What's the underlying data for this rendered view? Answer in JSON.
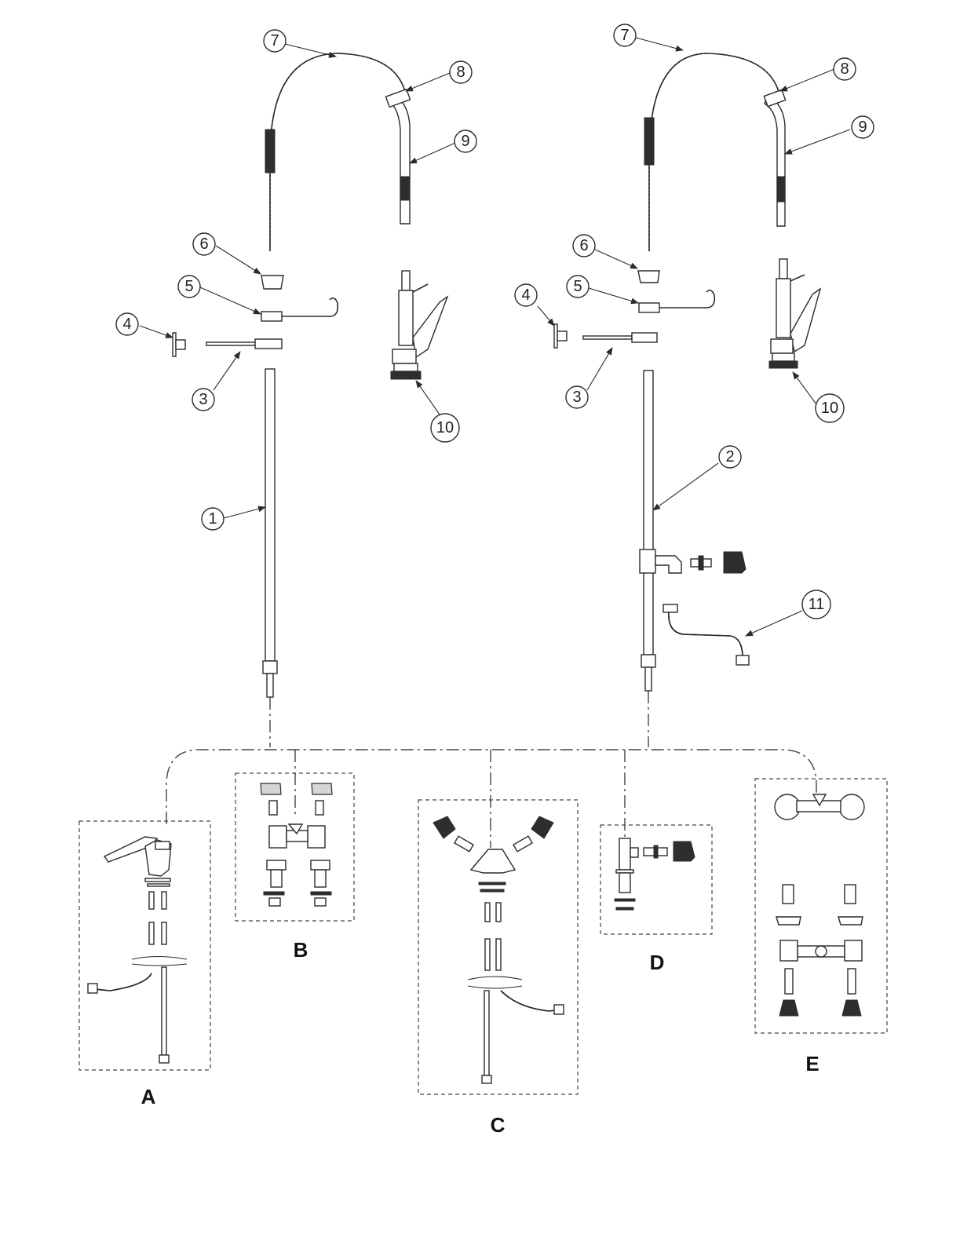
{
  "callouts": {
    "left": {
      "c1": "1",
      "c3": "3",
      "c4": "4",
      "c5": "5",
      "c6": "6",
      "c7": "7",
      "c8": "8",
      "c9": "9",
      "c10": "10"
    },
    "right": {
      "c2": "2",
      "c3": "3",
      "c4": "4",
      "c5": "5",
      "c6": "6",
      "c7": "7",
      "c8": "8",
      "c9": "9",
      "c10": "10",
      "c11": "11"
    }
  },
  "variants": {
    "a": "A",
    "b": "B",
    "c": "C",
    "d": "D",
    "e": "E"
  }
}
